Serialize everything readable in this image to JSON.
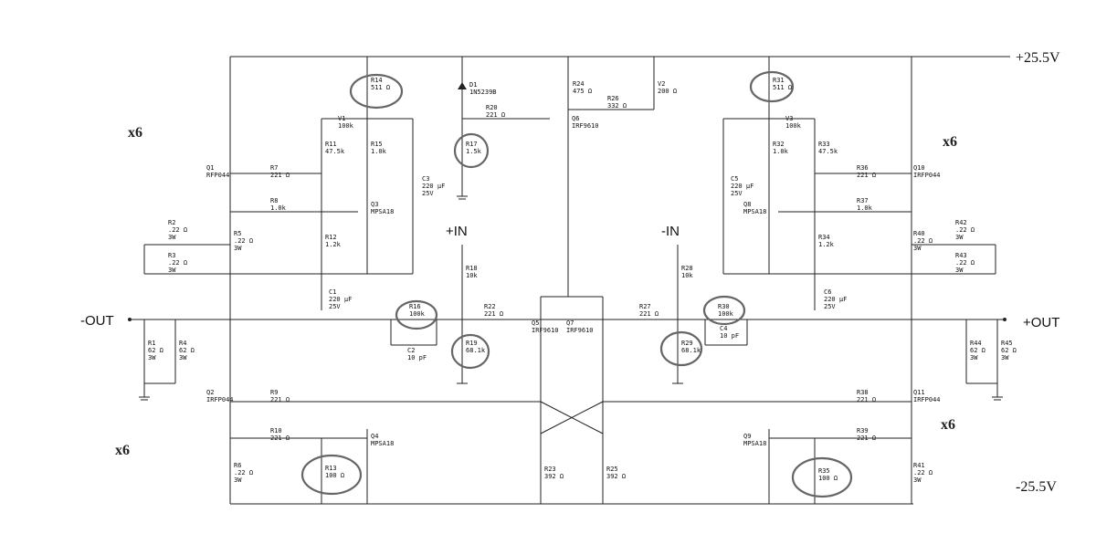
{
  "rails": {
    "pos": "+25.5V",
    "neg": "-25.5V"
  },
  "io": {
    "in_pos": "+IN",
    "in_neg": "-IN",
    "out_neg": "-OUT",
    "out_pos": "+OUT"
  },
  "multipliers": {
    "top_left": "x6",
    "bottom_left": "x6",
    "top_right": "x6",
    "bottom_right": "x6"
  },
  "components": [
    {
      "ref": "R14",
      "val": "511 Ω"
    },
    {
      "ref": "R17",
      "val": "1.5k"
    },
    {
      "ref": "D1",
      "val": "1N5239B"
    },
    {
      "ref": "R20",
      "val": "221 Ω"
    },
    {
      "ref": "R24",
      "val": "475 Ω"
    },
    {
      "ref": "R26",
      "val": "332 Ω"
    },
    {
      "ref": "V2",
      "val": "200 Ω"
    },
    {
      "ref": "R31",
      "val": "511 Ω"
    },
    {
      "ref": "V1",
      "val": "100k"
    },
    {
      "ref": "R11",
      "val": "47.5k"
    },
    {
      "ref": "R15",
      "val": "1.0k"
    },
    {
      "ref": "C3",
      "val": "220 µF 25V"
    },
    {
      "ref": "Q1",
      "val": "RFP044"
    },
    {
      "ref": "R7",
      "val": "221 Ω"
    },
    {
      "ref": "R8",
      "val": "1.0k"
    },
    {
      "ref": "Q3",
      "val": "MPSA18"
    },
    {
      "ref": "R12",
      "val": "1.2k"
    },
    {
      "ref": "R2",
      "val": ".22 Ω 3W"
    },
    {
      "ref": "R3",
      "val": ".22 Ω 3W"
    },
    {
      "ref": "R5",
      "val": ".22 Ω 3W"
    },
    {
      "ref": "C1",
      "val": "220 µF 25V"
    },
    {
      "ref": "R16",
      "val": "100k"
    },
    {
      "ref": "C2",
      "val": "10 pF"
    },
    {
      "ref": "R18",
      "val": "10k"
    },
    {
      "ref": "R19",
      "val": "68.1k"
    },
    {
      "ref": "R22",
      "val": "221 Ω"
    },
    {
      "ref": "Q5",
      "val": "IRF9610"
    },
    {
      "ref": "Q6",
      "val": "IRF9610"
    },
    {
      "ref": "Q7",
      "val": "IRF9610"
    },
    {
      "ref": "R27",
      "val": "221 Ω"
    },
    {
      "ref": "R28",
      "val": "10k"
    },
    {
      "ref": "R29",
      "val": "68.1k"
    },
    {
      "ref": "R30",
      "val": "100k"
    },
    {
      "ref": "C4",
      "val": "10 pF"
    },
    {
      "ref": "V3",
      "val": "100k"
    },
    {
      "ref": "R32",
      "val": "1.0k"
    },
    {
      "ref": "R33",
      "val": "47.5k"
    },
    {
      "ref": "C5",
      "val": "220 µF 25V"
    },
    {
      "ref": "R36",
      "val": "221 Ω"
    },
    {
      "ref": "Q10",
      "val": "IRFP044"
    },
    {
      "ref": "Q8",
      "val": "MPSA18"
    },
    {
      "ref": "R37",
      "val": "1.0k"
    },
    {
      "ref": "R34",
      "val": "1.2k"
    },
    {
      "ref": "R40",
      "val": ".22 Ω 3W"
    },
    {
      "ref": "R42",
      "val": ".22 Ω 3W"
    },
    {
      "ref": "R43",
      "val": ".22 Ω 3W"
    },
    {
      "ref": "C6",
      "val": "220 µF 25V"
    },
    {
      "ref": "R1",
      "val": "62 Ω 3W"
    },
    {
      "ref": "R4",
      "val": "62 Ω 3W"
    },
    {
      "ref": "R44",
      "val": "62 Ω 3W"
    },
    {
      "ref": "R45",
      "val": "62 Ω 3W"
    },
    {
      "ref": "Q2",
      "val": "IRFP044"
    },
    {
      "ref": "R9",
      "val": "221 Ω"
    },
    {
      "ref": "R10",
      "val": "221 Ω"
    },
    {
      "ref": "Q4",
      "val": "MPSA18"
    },
    {
      "ref": "R6",
      "val": ".22 Ω 3W"
    },
    {
      "ref": "R13",
      "val": "100 Ω"
    },
    {
      "ref": "R23",
      "val": "392 Ω"
    },
    {
      "ref": "R25",
      "val": "392 Ω"
    },
    {
      "ref": "Q11",
      "val": "IRFP044"
    },
    {
      "ref": "R38",
      "val": "221 Ω"
    },
    {
      "ref": "Q9",
      "val": "MPSA18"
    },
    {
      "ref": "R39",
      "val": "221 Ω"
    },
    {
      "ref": "R35",
      "val": "100 Ω"
    },
    {
      "ref": "R41",
      "val": ".22 Ω 3W"
    }
  ]
}
